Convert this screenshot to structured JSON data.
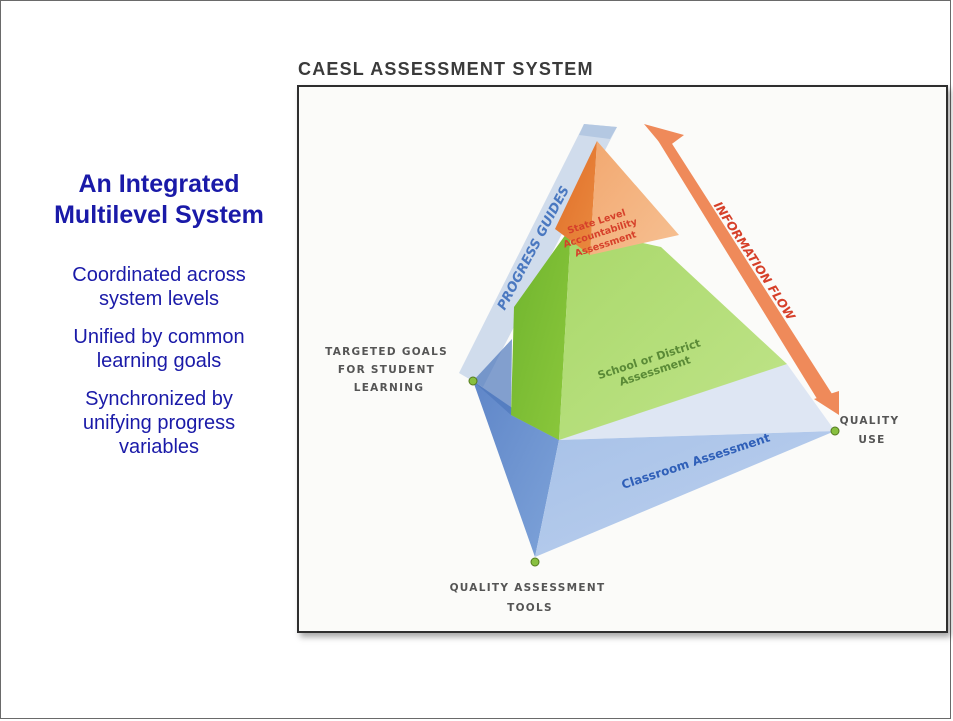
{
  "left_panel": {
    "heading_lines": [
      "An Integrated",
      "Multilevel System"
    ],
    "bullets": [
      {
        "lines": [
          "Coordinated across",
          "system levels"
        ]
      },
      {
        "lines": [
          "Unified by common",
          "learning goals"
        ]
      },
      {
        "lines": [
          "Synchronized by",
          "unifying progress",
          "variables"
        ]
      }
    ]
  },
  "figure": {
    "title": "CAESL ASSESSMENT SYSTEM",
    "pyramid_levels": {
      "top": [
        "State Level",
        "Accountability",
        "Assessment"
      ],
      "middle": [
        "School or District",
        "Assessment"
      ],
      "bottom": "Classroom Assessment"
    },
    "arrows": {
      "progress": "PROGRESS GUIDES",
      "information": "INFORMATION FLOW"
    },
    "corner_labels": {
      "left": [
        "TARGETED GOALS",
        "FOR STUDENT",
        "LEARNING"
      ],
      "right": [
        "QUALITY",
        "USE"
      ],
      "bottom": [
        "QUALITY ASSESSMENT",
        "TOOLS"
      ]
    },
    "colors": {
      "top_level": "#e8823a",
      "middle_level": "#8cc83c",
      "bottom_level": "#7aa0d8",
      "progress_arrow": "#c8d6ea",
      "info_arrow": "#ef8a5a",
      "corner_dot": "#88c040"
    }
  }
}
